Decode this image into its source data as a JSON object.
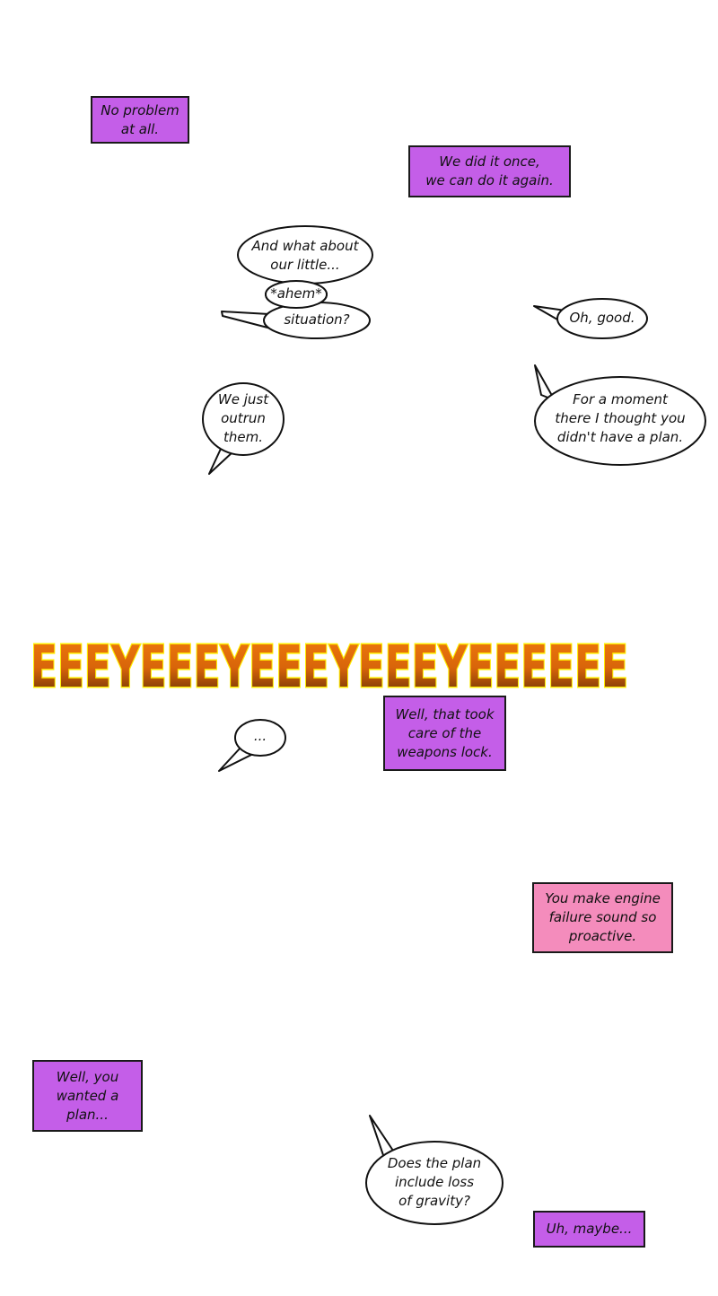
{
  "captions": {
    "no_problem": "No problem\nat all.",
    "did_it_once": "We did it once,\nwe can do it again.",
    "weapons_lock": "Well, that took\ncare of the\nweapons lock.",
    "engine_failure": "You make engine\nfailure sound so\nproactive.",
    "wanted_plan": "Well, you\nwanted a\nplan...",
    "maybe": "Uh, maybe..."
  },
  "bubbles": {
    "what_about": "And what about\nour little...",
    "ahem": "*ahem*",
    "situation": "situation?",
    "oh_good": "Oh, good.",
    "for_a_moment": "For a moment\nthere I thought you\ndidn't have a plan.",
    "outrun": "We just\noutrun\nthem.",
    "ellipsis": "...",
    "gravity": "Does the plan\ninclude loss\nof gravity?"
  },
  "sfx": {
    "text": "EEEYEEEYEEEYEEEYEEEEEE"
  },
  "colors": {
    "caption_purple": "#c45ee8",
    "caption_pink": "#f48cbc",
    "sfx_orange": "#e8700a",
    "sfx_outline": "#ffee00"
  }
}
